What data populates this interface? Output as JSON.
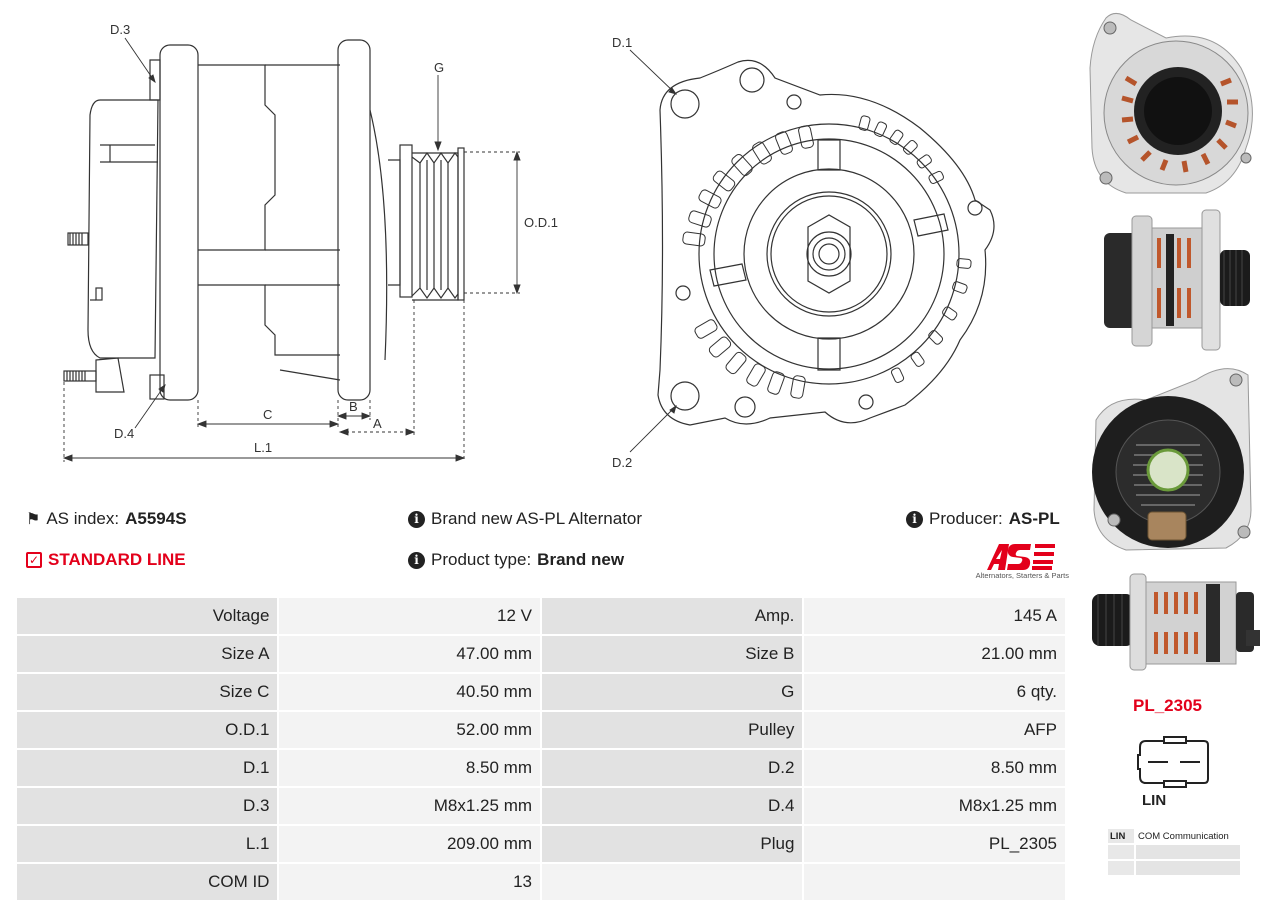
{
  "drawing_labels": {
    "d3": "D.3",
    "d4": "D.4",
    "g": "G",
    "od1": "O.D.1",
    "c": "C",
    "b": "B",
    "a": "A",
    "l1": "L.1",
    "d1": "D.1",
    "d2": "D.2"
  },
  "info": {
    "as_index_label": "AS index:",
    "as_index_value": "A5594S",
    "standard_line": "STANDARD LINE",
    "description": "Brand new AS-PL Alternator",
    "product_type_label": "Product type:",
    "product_type_value": "Brand new",
    "producer_label": "Producer:",
    "producer_value": "AS-PL"
  },
  "logo": {
    "caption": "Alternators, Starters & Parts",
    "color": "#e3001b"
  },
  "specs": [
    {
      "k1": "Voltage",
      "v1": "12 V",
      "k2": "Amp.",
      "v2": "145 A"
    },
    {
      "k1": "Size A",
      "v1": "47.00 mm",
      "k2": "Size B",
      "v2": "21.00 mm"
    },
    {
      "k1": "Size C",
      "v1": "40.50 mm",
      "k2": "G",
      "v2": "6 qty."
    },
    {
      "k1": "O.D.1",
      "v1": "52.00 mm",
      "k2": "Pulley",
      "v2": "AFP"
    },
    {
      "k1": "D.1",
      "v1": "8.50 mm",
      "k2": "D.2",
      "v2": "8.50 mm"
    },
    {
      "k1": "D.3",
      "v1": "M8x1.25 mm",
      "k2": "D.4",
      "v2": "M8x1.25 mm"
    },
    {
      "k1": "L.1",
      "v1": "209.00 mm",
      "k2": "Plug",
      "v2": "PL_2305"
    },
    {
      "k1": "COM ID",
      "v1": "13",
      "k2": "",
      "v2": ""
    }
  ],
  "plug": {
    "code": "PL_2305",
    "name": "LIN",
    "terminals": [
      {
        "key": "LIN",
        "desc": "COM Communication"
      },
      {
        "key": "",
        "desc": ""
      },
      {
        "key": "",
        "desc": ""
      }
    ]
  }
}
